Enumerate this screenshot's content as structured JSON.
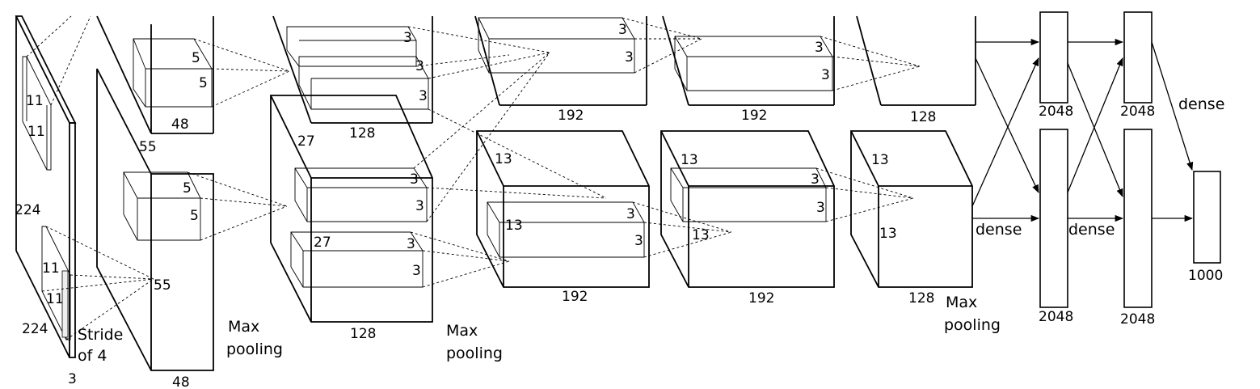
{
  "input": {
    "h": "224",
    "w": "224",
    "c": "3",
    "k1": "11",
    "k2": "11",
    "k3": "11",
    "k4": "11",
    "s55": "55",
    "stride1": "Stride",
    "stride2": "of 4"
  },
  "conv1": {
    "d48a": "48",
    "d48b": "48",
    "d55": "55",
    "k5a": "5",
    "k5b": "5",
    "k5c": "5",
    "k5d": "5"
  },
  "conv2": {
    "d128a": "128",
    "d128b": "128",
    "d27a": "27",
    "d27b": "27",
    "k3a": "3",
    "k3b": "3",
    "k3c": "3",
    "k3d": "3",
    "k3e": "3",
    "k3f": "3"
  },
  "conv3": {
    "d192a": "192",
    "d192b": "192",
    "d13a": "13",
    "d13b": "13",
    "k3a": "3",
    "k3b": "3",
    "k3c": "3",
    "k3d": "3"
  },
  "conv4": {
    "d192a": "192",
    "d192b": "192",
    "d13a": "13",
    "d13b": "13",
    "k3a": "3",
    "k3b": "3",
    "k3c": "3",
    "k3d": "3"
  },
  "conv5": {
    "d128a": "128",
    "d128b": "128",
    "d13a": "13",
    "d13b": "13"
  },
  "pool": {
    "max": "Max",
    "pooling": "pooling"
  },
  "fc": {
    "n2048": "2048",
    "n1000": "1000",
    "dense": "dense"
  }
}
